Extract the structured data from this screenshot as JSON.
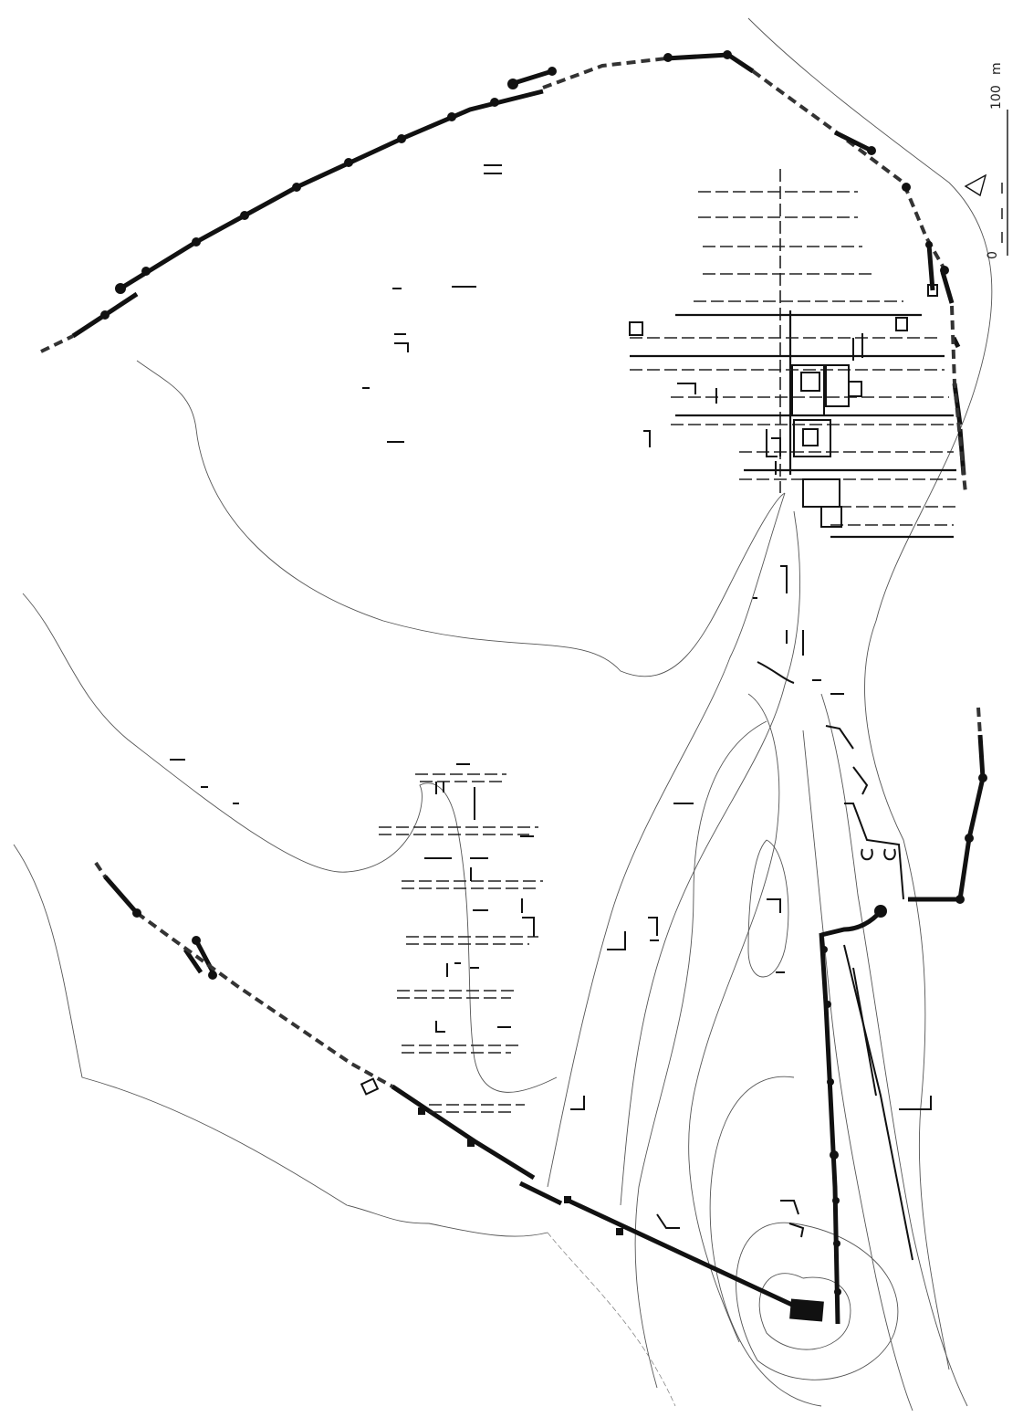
{
  "scale_bar": {
    "start_label": "0",
    "end_label": "100",
    "unit": "m"
  },
  "colors": {
    "ink": "#111111",
    "contour": "#555555",
    "paper": "#ffffff"
  },
  "icons": {
    "north_arrow": "north-arrow-icon"
  }
}
